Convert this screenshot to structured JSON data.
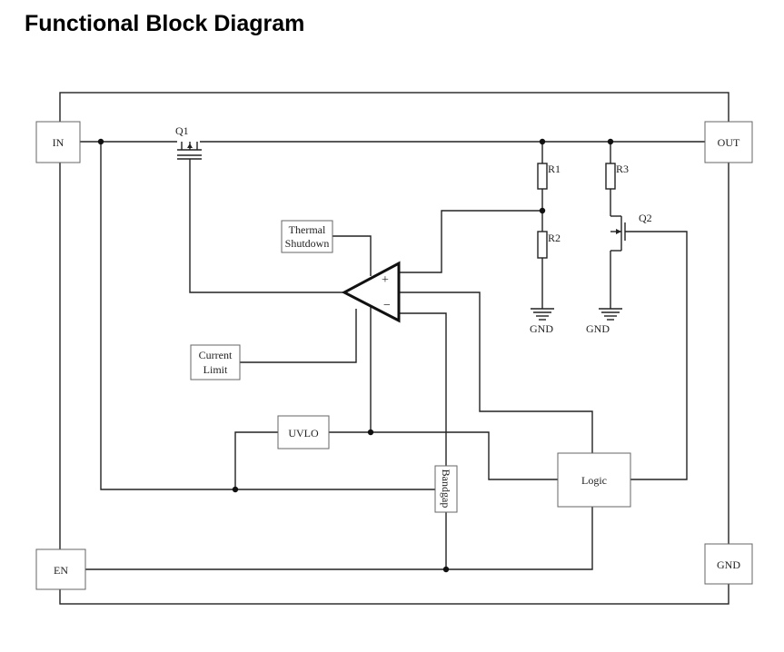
{
  "title": "Functional Block Diagram",
  "pins": {
    "in": "IN",
    "out": "OUT",
    "en": "EN",
    "gnd": "GND"
  },
  "components": {
    "q1": "Q1",
    "q2": "Q2",
    "r1": "R1",
    "r2": "R2",
    "r3": "R3",
    "gnd_label_1": "GND",
    "gnd_label_2": "GND"
  },
  "blocks": {
    "thermal_line1": "Thermal",
    "thermal_line2": "Shutdown",
    "current_line1": "Current",
    "current_line2": "Limit",
    "uvlo": "UVLO",
    "logic": "Logic",
    "bandgap": "Bandgap"
  },
  "amp": {
    "plus": "+",
    "minus": "−"
  }
}
